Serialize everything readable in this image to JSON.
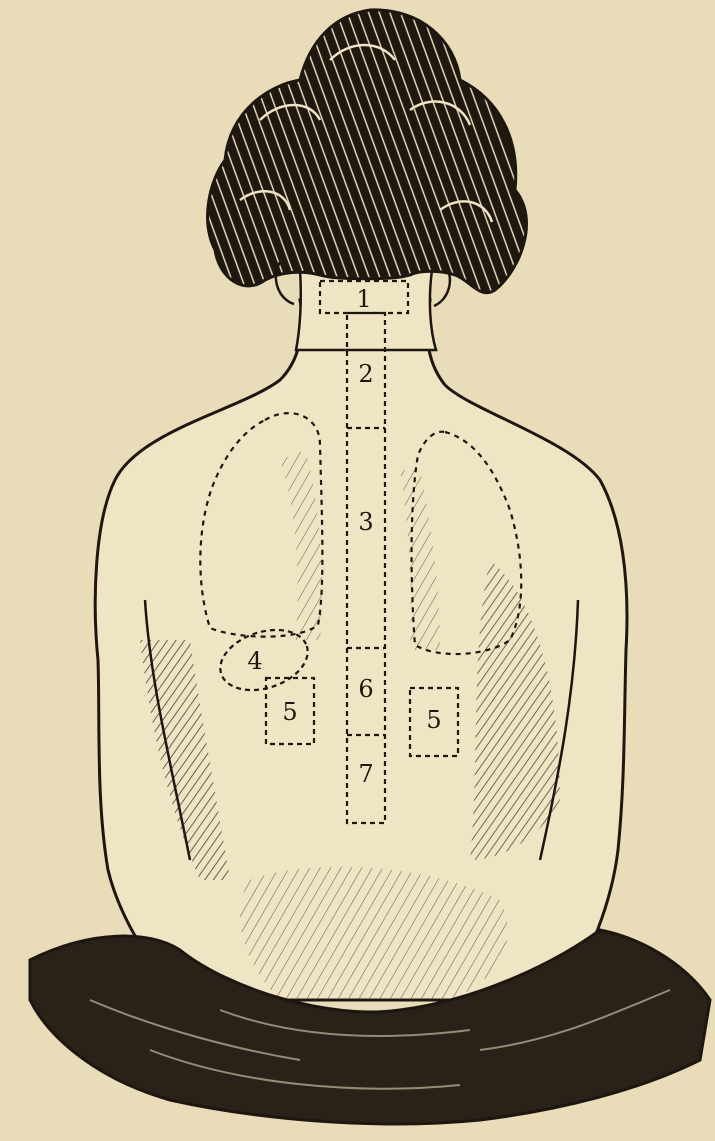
{
  "illustration": {
    "colors": {
      "paper": "#ece0bf",
      "paper_shade": "#dfcfa6",
      "ink": "#1d1710",
      "skin": "#efe4c4",
      "hair": "#20180f",
      "cloth": "#2a2119"
    },
    "regions": [
      {
        "id": "1",
        "label": "1",
        "shape": "box"
      },
      {
        "id": "2",
        "label": "2",
        "shape": "box"
      },
      {
        "id": "3",
        "label": "3",
        "shape": "box"
      },
      {
        "id": "4",
        "label": "4",
        "shape": "oval"
      },
      {
        "id": "5-left",
        "label": "5",
        "shape": "box"
      },
      {
        "id": "5-right",
        "label": "5",
        "shape": "box"
      },
      {
        "id": "6",
        "label": "6",
        "shape": "box"
      },
      {
        "id": "7",
        "label": "7",
        "shape": "box"
      }
    ]
  }
}
